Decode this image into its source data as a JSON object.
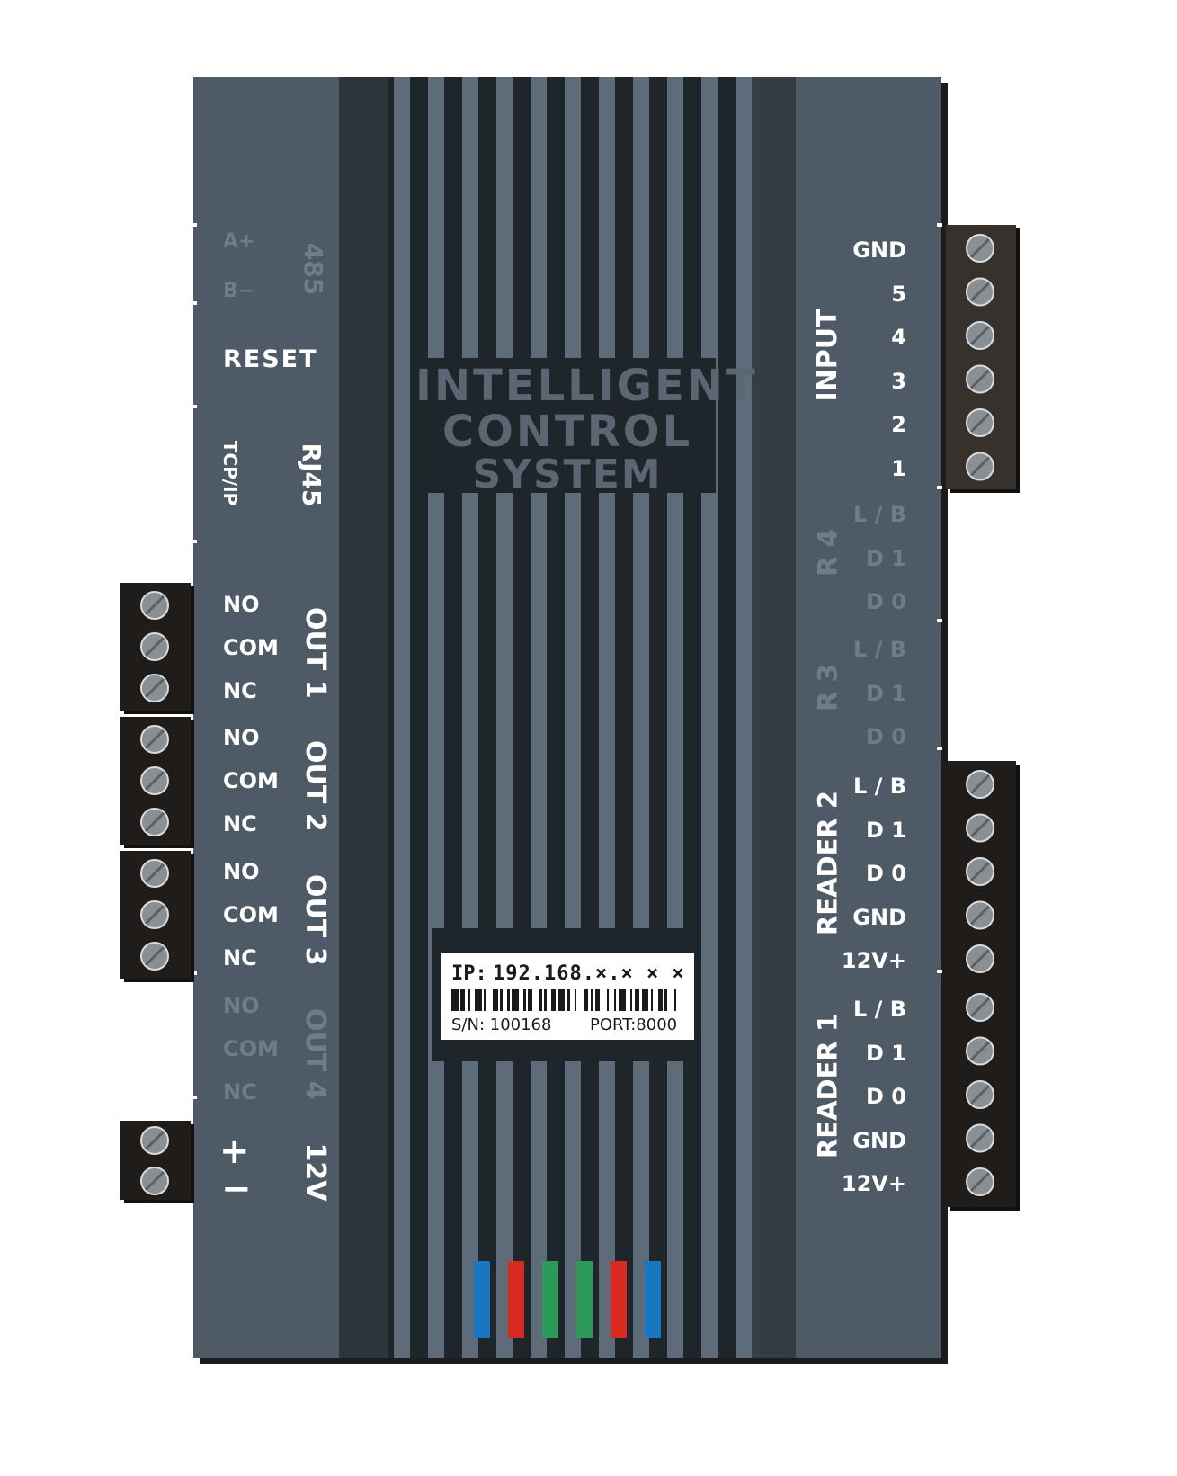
{
  "device": {
    "title_lines": [
      "INTELLIGENT",
      "CONTROL",
      "SYSTEM"
    ],
    "label": {
      "ip_prefix": "IP:",
      "ip_value": "192.168.×.× × ×",
      "sn": "S/N: 100168",
      "port": "PORT:8000"
    }
  },
  "left_panel": {
    "rs485": {
      "name": "485",
      "a": "A+",
      "b": "B−"
    },
    "reset": "RESET",
    "network": {
      "tcp": "TCP/IP",
      "rj45": "RJ45"
    },
    "outputs": [
      {
        "name": "OUT 1",
        "pins": [
          "NO",
          "COM",
          "NC"
        ],
        "connector": true
      },
      {
        "name": "OUT 2",
        "pins": [
          "NO",
          "COM",
          "NC"
        ],
        "connector": true
      },
      {
        "name": "OUT 3",
        "pins": [
          "NO",
          "COM",
          "NC"
        ],
        "connector": true
      },
      {
        "name": "OUT 4",
        "pins": [
          "NO",
          "COM",
          "NC"
        ],
        "connector": false
      }
    ],
    "power": {
      "name": "12V",
      "plus": "+",
      "minus": "−"
    }
  },
  "right_panel": {
    "input": {
      "name": "INPUT",
      "pins": [
        "GND",
        "5",
        "4",
        "3",
        "2",
        "1"
      ]
    },
    "readers": [
      {
        "name": "R 4",
        "pins": [
          "L / B",
          "D 1",
          "D 0"
        ],
        "connector": false
      },
      {
        "name": "R 3",
        "pins": [
          "L / B",
          "D 1",
          "D 0"
        ],
        "connector": false
      },
      {
        "name": "READER 2",
        "pins": [
          "L / B",
          "D 1",
          "D 0",
          "GND",
          "12V+"
        ],
        "connector": true
      },
      {
        "name": "READER 1",
        "pins": [
          "L / B",
          "D 1",
          "D 0",
          "GND",
          "12V+"
        ],
        "connector": true
      }
    ]
  },
  "leds": [
    "#1877c2",
    "#d92a22",
    "#2e9a5a",
    "#2e9a5a",
    "#d92a22",
    "#1877c2"
  ],
  "colors": {
    "body": "#4e5a66",
    "dark": "#2c353d",
    "rib_light": "#5e6b78",
    "rib_dark": "#1e262c",
    "terminal_black": "#1f1c1a",
    "terminal_brown": "#37312d",
    "text_dim": "#6f7d8a"
  }
}
